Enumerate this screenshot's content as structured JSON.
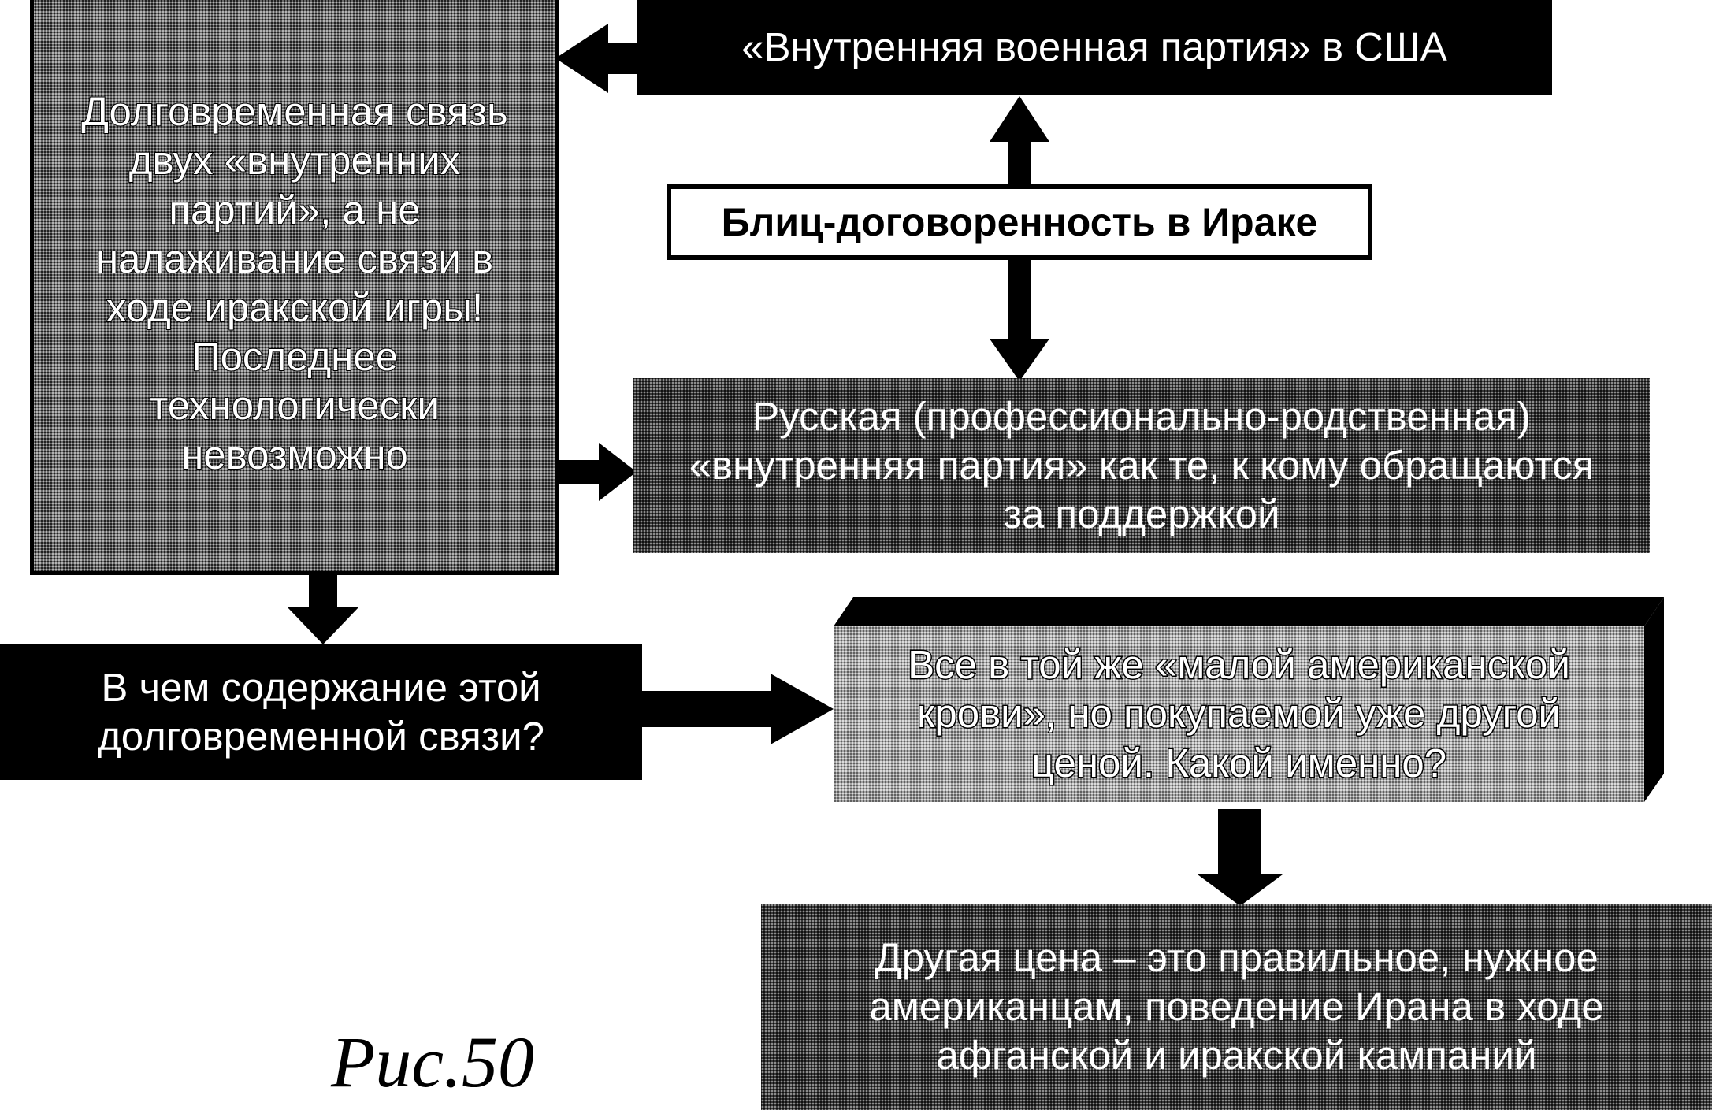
{
  "boxes": {
    "long_link": "Долговременная связь двух «внутренних партий», а не налаживание связи в ходе иракской игры! Последнее технологически невозможно",
    "us_party": "«Внутренняя военная партия» в США",
    "blitz": "Блиц-договоренность в Ираке",
    "russian_party": "Русская (профессионально-родственная) «внутренняя партия» как те, к кому обращаются за поддержкой",
    "question": "В чем содержание этой долговременной связи?",
    "blood": "Все в той же «малой американской крови», но покупаемой уже другой ценой. Какой именно?",
    "iran": "Другая цена – это правильное, нужное американцам, поведение Ирана в ходе афганской и иракской кампаний"
  },
  "caption": "Рис.50",
  "colors": {
    "black": "#000000",
    "white": "#ffffff"
  }
}
